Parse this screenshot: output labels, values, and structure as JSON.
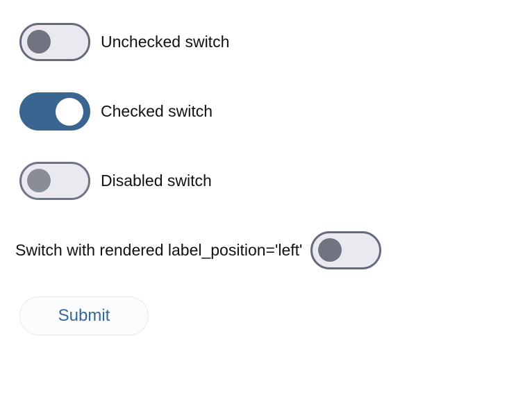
{
  "switches": [
    {
      "id": "unchecked",
      "label": "Unchecked switch",
      "checked": false,
      "disabled": false,
      "label_position": "right"
    },
    {
      "id": "checked",
      "label": "Checked switch",
      "checked": true,
      "disabled": false,
      "label_position": "right"
    },
    {
      "id": "disabled",
      "label": "Disabled switch",
      "checked": false,
      "disabled": true,
      "label_position": "right"
    },
    {
      "id": "label-left",
      "label": "Switch with rendered label_position='left'",
      "checked": false,
      "disabled": false,
      "label_position": "left"
    }
  ],
  "submit_button": {
    "label": "Submit"
  },
  "colors": {
    "checked_track": "#3a6590",
    "unchecked_track": "#e9e9ef",
    "track_border": "#646a7a",
    "thumb_unchecked": "#6f7480",
    "thumb_checked": "#ffffff",
    "submit_text": "#35689a",
    "submit_background": "#fbfcfe",
    "label_text": "#121212"
  }
}
